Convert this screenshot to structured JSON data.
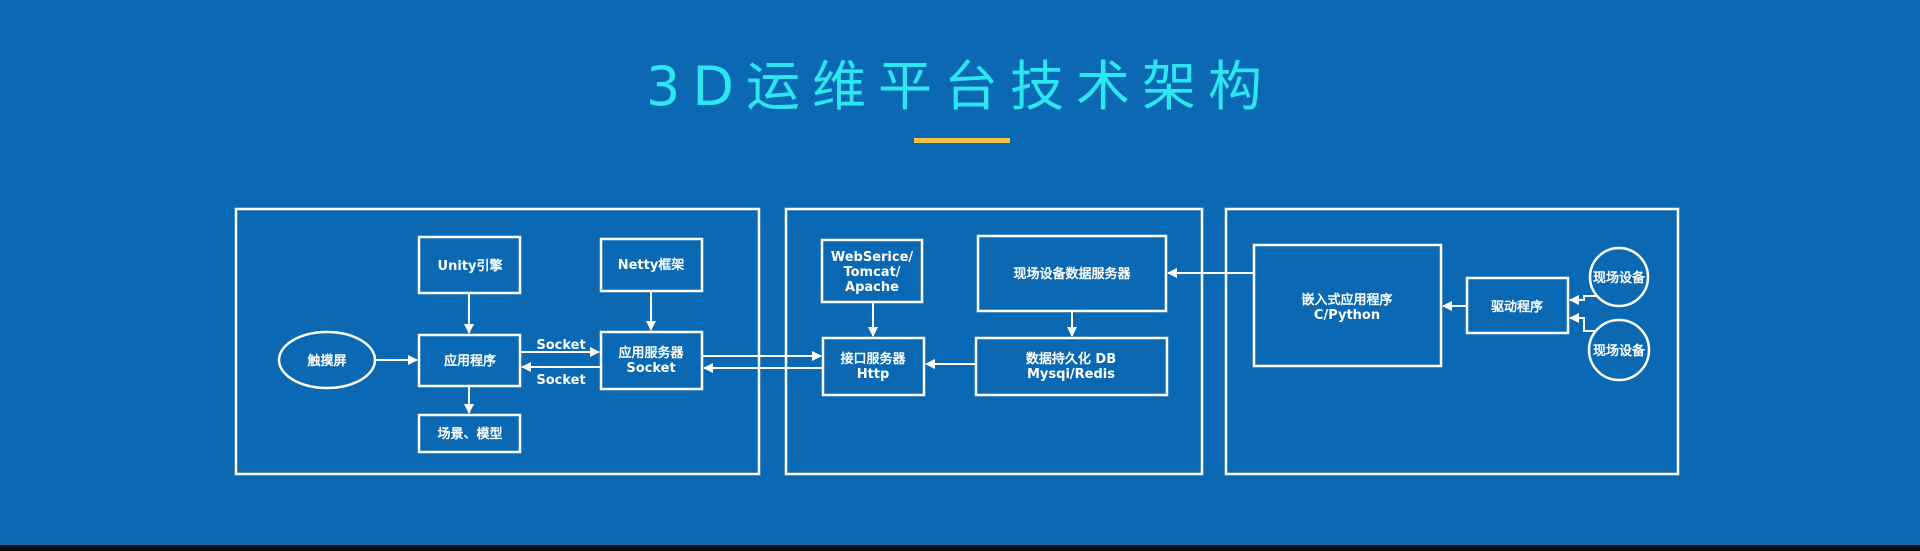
{
  "title": "3D运维平台技术架构",
  "colors": {
    "background": "#0a69b2",
    "title": "#2ce6f2",
    "underline": "#f0c247",
    "stroke": "#ffffff"
  },
  "nodes": {
    "unity": [
      "Unity引擎"
    ],
    "netty": [
      "Netty框架"
    ],
    "touch": [
      "触摸屏"
    ],
    "app": [
      "应用程序"
    ],
    "appserver": [
      "应用服务器",
      "Socket"
    ],
    "scene": [
      "场景、模型"
    ],
    "webserver": [
      "WebSerice/",
      "Tomcat/",
      "Apache"
    ],
    "fielddata": [
      "现场设备数据服务器"
    ],
    "api": [
      "接口服务器",
      "Http"
    ],
    "db": [
      "数据持久化 DB",
      "Mysqi/Redis"
    ],
    "embedded": [
      "嵌入式应用程序",
      "C/Python"
    ],
    "driver": [
      "驱动程序"
    ],
    "device1": [
      "现场设备"
    ],
    "device2": [
      "现场设备"
    ]
  },
  "edge_labels": {
    "socket_top": "Socket",
    "socket_bottom": "Socket"
  }
}
